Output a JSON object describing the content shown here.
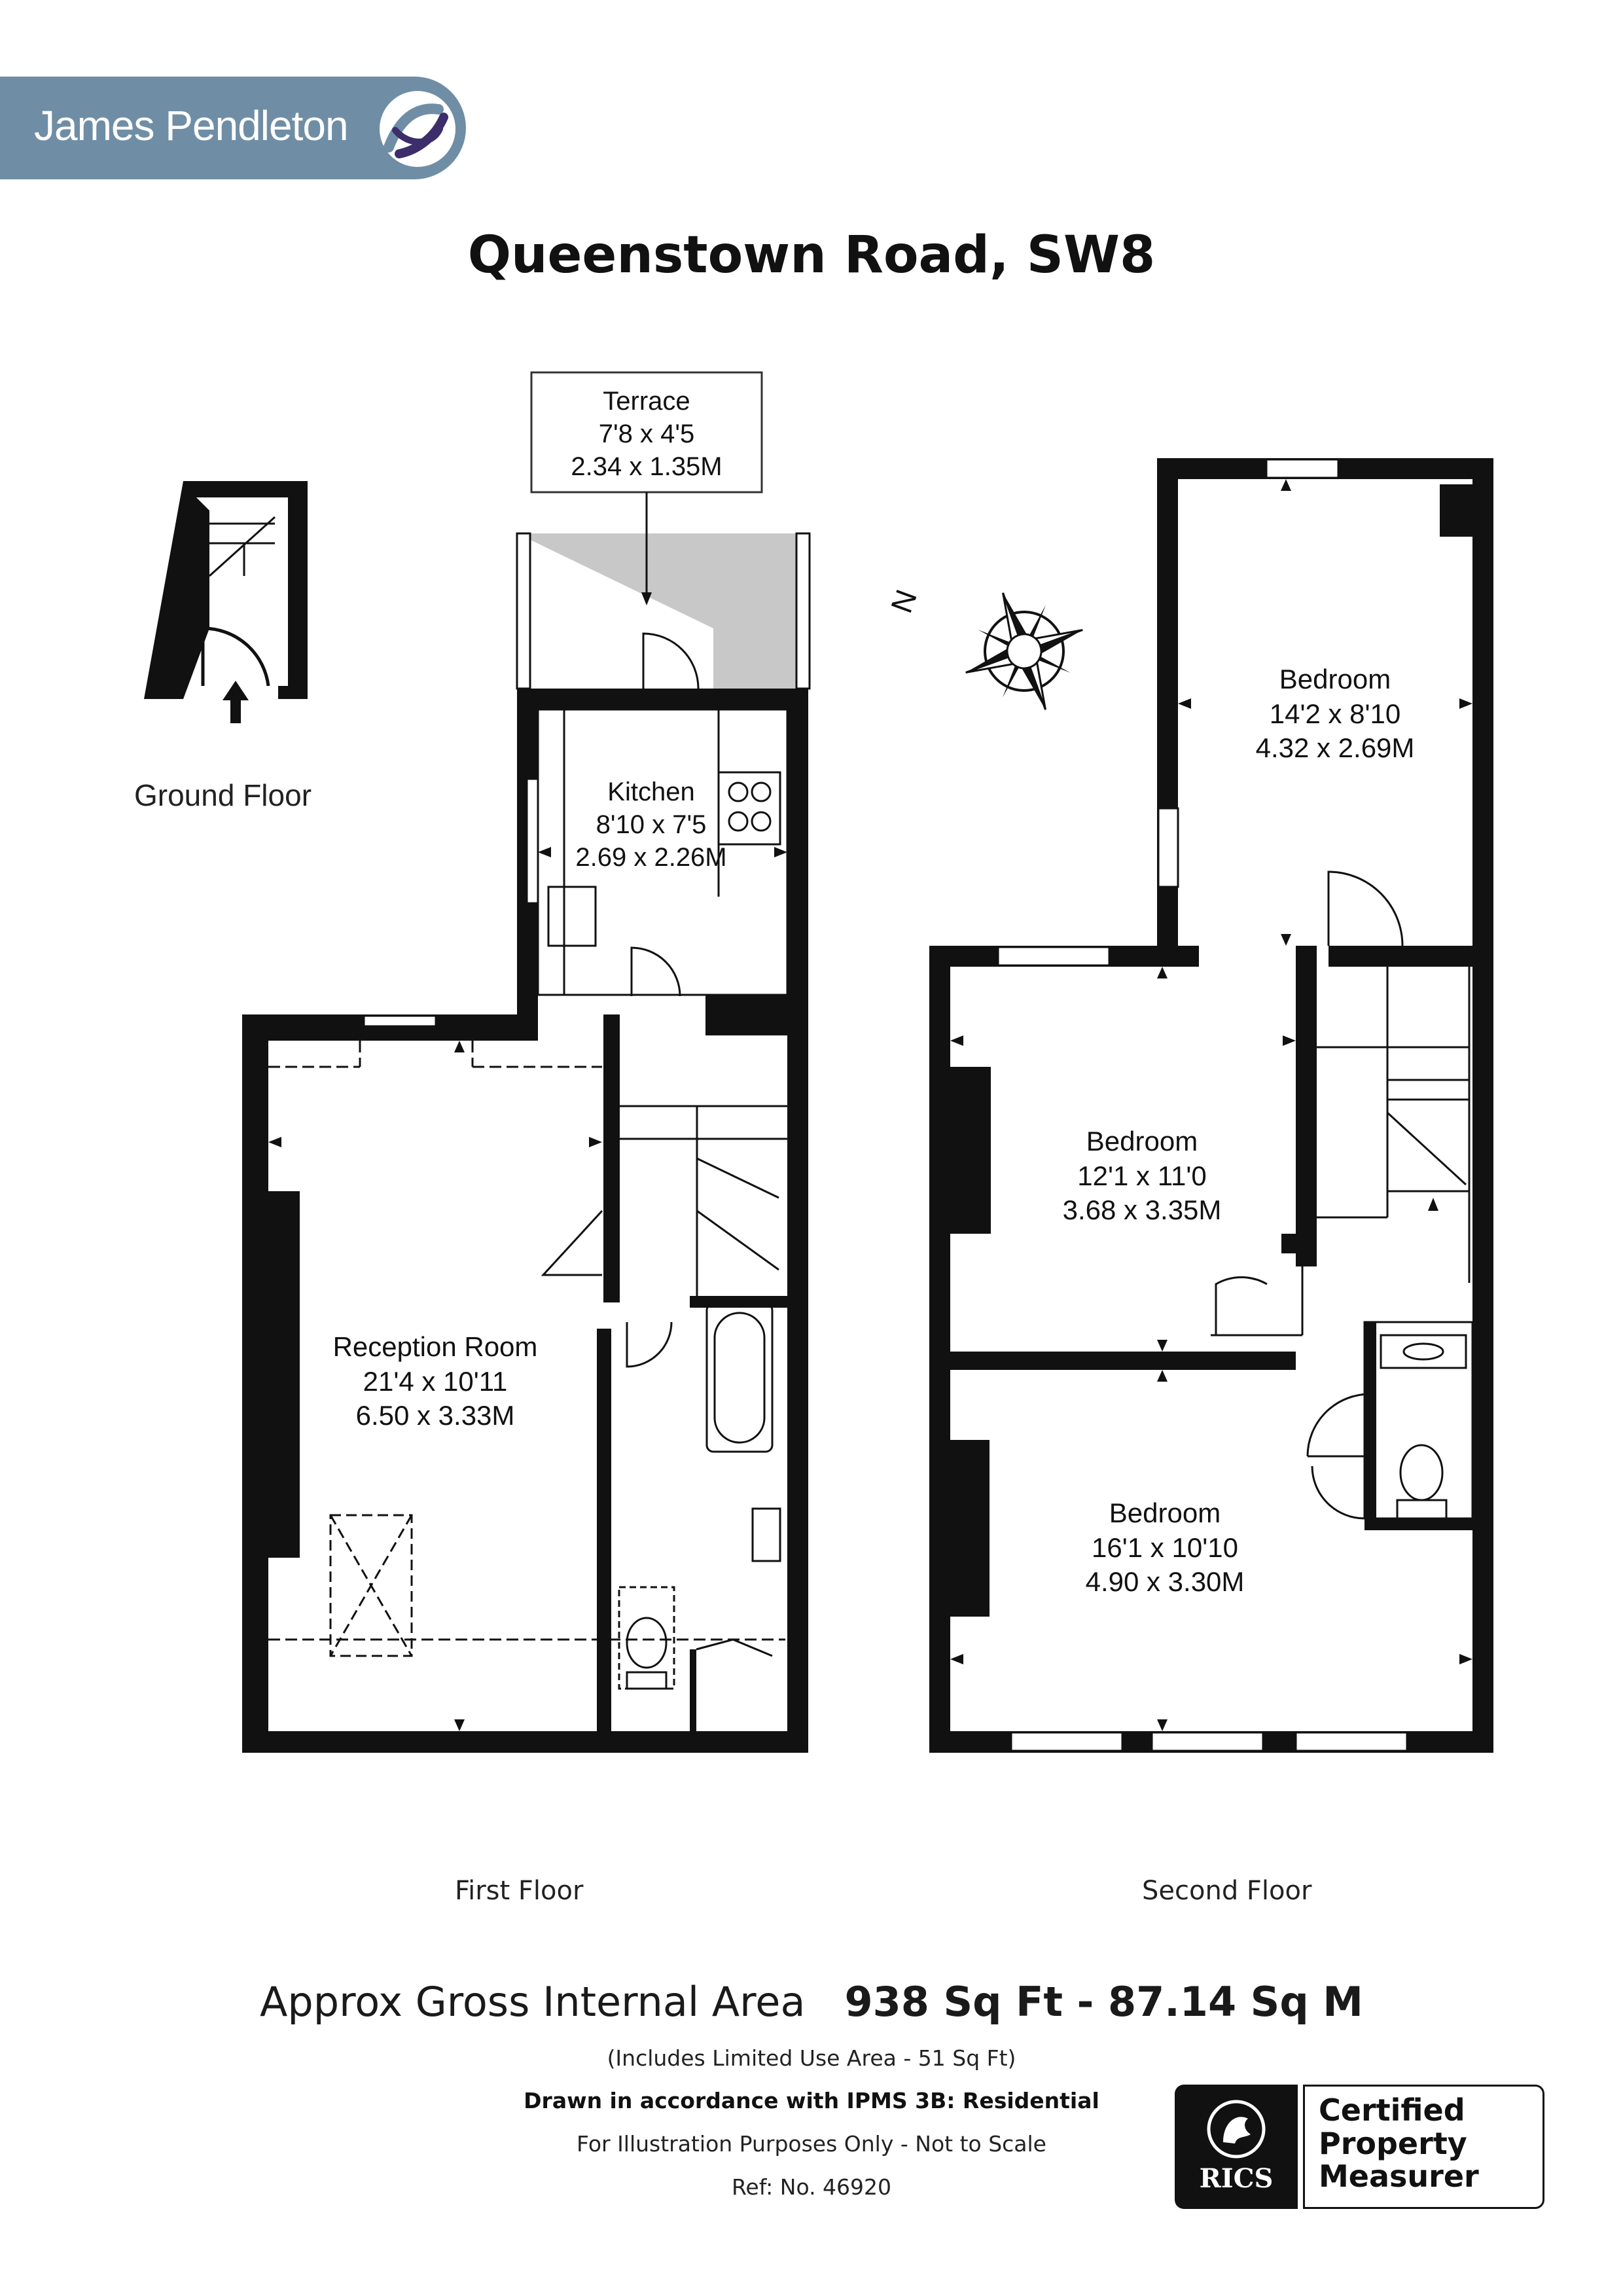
{
  "brand": {
    "name": "James Pendleton",
    "logo_icon": "swoosh-logo-icon",
    "color": "#6f8ea6"
  },
  "title": "Queenstown Road, SW8",
  "compass": {
    "north_label": "N",
    "icon": "compass-rose-icon"
  },
  "floors": {
    "ground": "Ground Floor",
    "first": "First Floor",
    "second": "Second Floor"
  },
  "rooms": {
    "terrace": {
      "name": "Terrace",
      "imperial": "7'8 x 4'5",
      "metric": "2.34 x 1.35M"
    },
    "kitchen": {
      "name": "Kitchen",
      "imperial": "8'10 x 7'5",
      "metric": "2.69 x 2.26M"
    },
    "reception": {
      "name": "Reception Room",
      "imperial": "21'4 x 10'11",
      "metric": "6.50 x 3.33M"
    },
    "bedroom_top": {
      "name": "Bedroom",
      "imperial": "14'2 x 8'10",
      "metric": "4.32 x 2.69M"
    },
    "bedroom_mid": {
      "name": "Bedroom",
      "imperial": "12'1 x 11'0",
      "metric": "3.68 x 3.35M"
    },
    "bedroom_bottom": {
      "name": "Bedroom",
      "imperial": "16'1 x 10'10",
      "metric": "4.90 x 3.30M"
    }
  },
  "footer": {
    "area_label": "Approx Gross Internal Area",
    "area_value": "938 Sq Ft - 87.14 Sq M",
    "limited_use": "(Includes Limited Use Area - 51 Sq Ft)",
    "standard": "Drawn in accordance with IPMS 3B: Residential",
    "disclaimer": "For Illustration Purposes Only - Not to Scale",
    "ref": "Ref: No. 46920"
  },
  "badge": {
    "org": "RICS",
    "line1": "Certified",
    "line2": "Property",
    "line3": "Measurer",
    "icon": "lion-crest-icon"
  },
  "colors": {
    "wall": "#111111",
    "terrace_fill": "#c8c8c8",
    "background": "#ffffff"
  }
}
